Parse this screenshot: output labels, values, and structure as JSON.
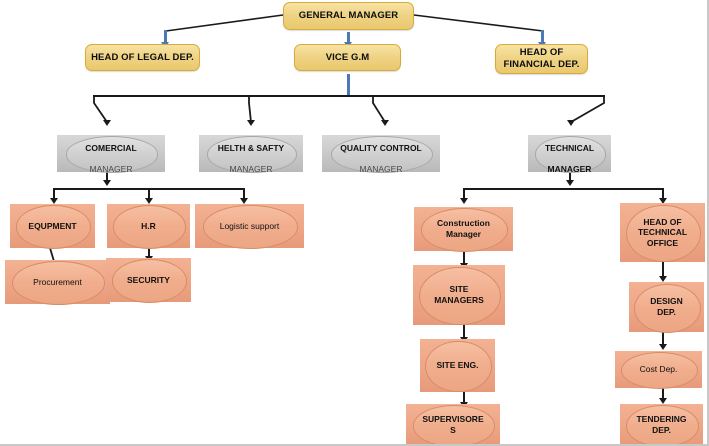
{
  "chart": {
    "type": "org-chart",
    "title": "Company Organizational Chart",
    "colors": {
      "tier1_fill": "#EFD384",
      "tier1_border": "#D8AB38",
      "manager_fill": "#C9C9C9",
      "manager_border": "#A8A8A8",
      "staff_fill": "#EDA687",
      "staff_border": "#D98C67",
      "connector": "#1A1A1A",
      "connector_blue": "#4A79B5",
      "background": "#FFFFFF"
    }
  },
  "nodes": {
    "general_manager": {
      "label": "GENERAL MANAGER"
    },
    "head_of_legal": {
      "label": "HEAD OF LEGAL DEP."
    },
    "vice_gm": {
      "label": "VICE G.M"
    },
    "head_of_financial": {
      "label": "HEAD OF\nFINANCIAL DEP."
    },
    "comercial_manager": {
      "title": "COMERCIAL",
      "sub": "MANAGER"
    },
    "helth_safty_manager": {
      "title": "HELTH & SAFTY",
      "sub": "MANAGER"
    },
    "quality_control_manager": {
      "title": "QUALITY CONTROL",
      "sub": "MANAGER"
    },
    "technical_manager": {
      "title": "TECHNICAL",
      "sub": "MANAGER"
    },
    "equpment": {
      "label": "EQUPMENT"
    },
    "hr": {
      "label": "H.R"
    },
    "logistic_support": {
      "label": "Logistic support"
    },
    "procurement": {
      "label": "Procurement"
    },
    "security": {
      "label": "SECURITY"
    },
    "construction_manager": {
      "label": "Construction\nManager"
    },
    "site_managers": {
      "label": "SITE\nMANAGERS"
    },
    "site_eng": {
      "label": "SITE ENG."
    },
    "supervisores": {
      "label": "SUPERVISORE\nS"
    },
    "head_of_technical_office": {
      "label": "HEAD OF\nTECHNICAL\nOFFICE"
    },
    "design_dep": {
      "label": "DESIGN\nDEP."
    },
    "cost_dep": {
      "label": "Cost Dep."
    },
    "tendering_dep": {
      "label": "TENDERING\nDEP."
    }
  },
  "hierarchy": [
    {
      "parent": "general_manager",
      "children": [
        "head_of_legal",
        "vice_gm",
        "head_of_financial"
      ]
    },
    {
      "parent": "vice_gm",
      "children": [
        "comercial_manager",
        "helth_safty_manager",
        "quality_control_manager",
        "technical_manager"
      ]
    },
    {
      "parent": "comercial_manager",
      "children": [
        "equpment",
        "hr",
        "logistic_support"
      ]
    },
    {
      "parent": "equpment",
      "children": [
        "procurement"
      ]
    },
    {
      "parent": "hr",
      "children": [
        "security"
      ]
    },
    {
      "parent": "technical_manager",
      "children": [
        "construction_manager",
        "head_of_technical_office"
      ]
    },
    {
      "parent": "construction_manager",
      "children": [
        "site_managers"
      ]
    },
    {
      "parent": "site_managers",
      "children": [
        "site_eng"
      ]
    },
    {
      "parent": "site_eng",
      "children": [
        "supervisores"
      ]
    },
    {
      "parent": "head_of_technical_office",
      "children": [
        "design_dep"
      ]
    },
    {
      "parent": "design_dep",
      "children": [
        "cost_dep"
      ]
    },
    {
      "parent": "cost_dep",
      "children": [
        "tendering_dep"
      ]
    }
  ]
}
